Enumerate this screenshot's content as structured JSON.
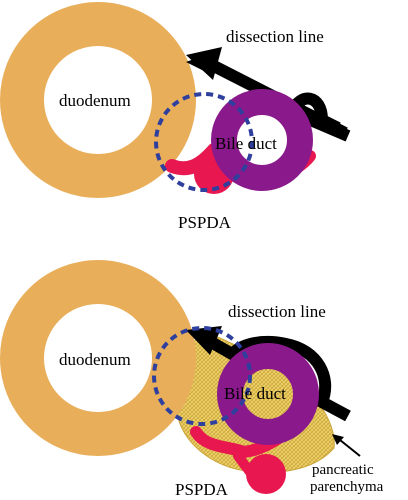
{
  "colors": {
    "duodenum": "#E8AE5A",
    "bile_duct": "#8A1A8C",
    "pspda": "#E8174F",
    "dashed_circle": "#2E3F9E",
    "arrow": "#000000",
    "parenchyma": "#EFD36A",
    "parenchyma_hatch": "#C9A43A"
  },
  "panels": [
    {
      "id": "top",
      "duodenum_label": "duodenum",
      "bile_duct_label": "Bile duct",
      "dissection_label": "dissection line",
      "pspda_label": "PSPDA"
    },
    {
      "id": "bottom",
      "duodenum_label": "duodenum",
      "bile_duct_label": "Bile duct",
      "dissection_label": "dissection line",
      "pspda_label": "PSPDA",
      "parenchyma_label_line1": "pancreatic",
      "parenchyma_label_line2": "parenchyma"
    }
  ]
}
